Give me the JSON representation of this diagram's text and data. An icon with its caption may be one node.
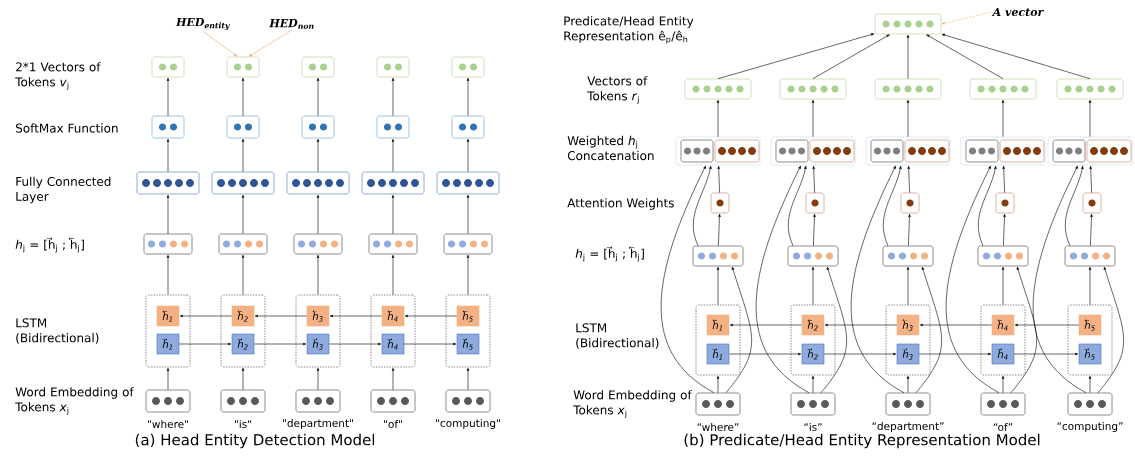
{
  "diagram": {
    "nodes": [
      {
        "text": [],
        "shape": "box"
      },
      {
        "text": [],
        "shape": "box"
      },
      {
        "text": [],
        "shape": "box"
      },
      {
        "text": [],
        "shape": "box"
      },
      {
        "text": [],
        "shape": "box"
      },
      {
        "text": [
          "h⃖$_{1}$"
        ],
        "in": 4
      },
      {
        "text": [
          "h⃗$_{1}$"
        ],
        "in": 4
      },
      {
        "text": [],
        "shape": "box",
        "beside": [
          "\"where\""
        ]
      },
      {
        "text": [],
        "shape": "box"
      },
      {
        "text": [],
        "shape": "box"
      },
      {
        "text": [],
        "shape": "box"
      },
      {
        "text": [],
        "shape": "box"
      },
      {
        "text": [],
        "shape": "box"
      },
      {
        "text": [
          "h⃖$_{2}$"
        ],
        "in": 12
      },
      {
        "text": [
          "h⃗$_{2}$"
        ],
        "in": 12
      },
      {
        "text": [],
        "shape": "box",
        "beside": [
          "\"is\""
        ]
      },
      {
        "text": [],
        "shape": "box"
      },
      {
        "text": [],
        "shape": "box"
      },
      {
        "text": [],
        "shape": "box"
      },
      {
        "text": [],
        "shape": "box"
      },
      {
        "text": [],
        "shape": "box"
      },
      {
        "text": [
          "h⃖$_{3}$"
        ],
        "in": 20
      },
      {
        "text": [
          "h⃗$_{3}$"
        ],
        "in": 20
      },
      {
        "text": [],
        "shape": "box",
        "beside": [
          "\"department\""
        ]
      },
      {
        "text": [],
        "shape": "box"
      },
      {
        "text": [],
        "shape": "box"
      },
      {
        "text": [],
        "shape": "box"
      },
      {
        "text": [],
        "shape": "box"
      },
      {
        "text": [],
        "shape": "box"
      },
      {
        "text": [
          "h⃖$_{4}$"
        ],
        "in": 28
      },
      {
        "text": [
          "h⃗$_{4}$"
        ],
        "in": 28
      },
      {
        "text": [],
        "shape": "box",
        "beside": [
          "\"of\""
        ]
      },
      {
        "text": [],
        "shape": "box"
      },
      {
        "text": [],
        "shape": "box"
      },
      {
        "text": [],
        "shape": "box"
      },
      {
        "text": [],
        "shape": "box"
      },
      {
        "text": [],
        "shape": "box"
      },
      {
        "text": [
          "h⃖$_{5}$"
        ],
        "in": 36
      },
      {
        "text": [
          "h⃗$_{5}$"
        ],
        "in": 36
      },
      {
        "text": [],
        "shape": "box",
        "beside": [
          "\"computing\""
        ]
      },
      {
        "text": [
          "HED$_{entity}$"
        ]
      },
      {
        "text": [
          "HED$_{non}$"
        ]
      },
      {
        "text": [],
        "shape": "box"
      },
      {
        "text": [
          "A vector"
        ]
      },
      {
        "text": [],
        "shape": "box"
      },
      {
        "text": [],
        "shape": "box"
      },
      {
        "text": [],
        "shape": "box",
        "in": 45
      },
      {
        "text": [],
        "shape": "box",
        "in": 45
      },
      {
        "text": [],
        "shape": "box"
      },
      {
        "text": [],
        "shape": "box"
      },
      {
        "text": [],
        "shape": "box"
      },
      {
        "text": [
          "h⃖$_{1}$"
        ],
        "in": 50
      },
      {
        "text": [
          "h⃗$_{1}$"
        ],
        "in": 50
      },
      {
        "text": [],
        "shape": "box",
        "beside": [
          "“where”"
        ]
      },
      {
        "text": [],
        "shape": "box"
      },
      {
        "text": [],
        "shape": "box"
      },
      {
        "text": [],
        "shape": "box",
        "in": 55
      },
      {
        "text": [],
        "shape": "box",
        "in": 55
      },
      {
        "text": [],
        "shape": "box"
      },
      {
        "text": [],
        "shape": "box"
      },
      {
        "text": [],
        "shape": "box"
      },
      {
        "text": [
          "h⃖$_{2}$"
        ],
        "in": 60
      },
      {
        "text": [
          "h⃗$_{2}$"
        ],
        "in": 60
      },
      {
        "text": [],
        "shape": "box",
        "beside": [
          "“is”"
        ]
      },
      {
        "text": [],
        "shape": "box"
      },
      {
        "text": [],
        "shape": "box"
      },
      {
        "text": [],
        "shape": "box",
        "in": 65
      },
      {
        "text": [],
        "shape": "box",
        "in": 65
      },
      {
        "text": [],
        "shape": "box"
      },
      {
        "text": [],
        "shape": "box"
      },
      {
        "text": [],
        "shape": "box"
      },
      {
        "text": [
          "h⃖$_{3}$"
        ],
        "in": 70
      },
      {
        "text": [
          "h⃗$_{3}$"
        ],
        "in": 70
      },
      {
        "text": [],
        "shape": "box",
        "beside": [
          "“department”"
        ]
      },
      {
        "text": [],
        "shape": "box"
      },
      {
        "text": [],
        "shape": "box"
      },
      {
        "text": [],
        "shape": "box",
        "in": 75
      },
      {
        "text": [],
        "shape": "box",
        "in": 75
      },
      {
        "text": [],
        "shape": "box"
      },
      {
        "text": [],
        "shape": "box"
      },
      {
        "text": [],
        "shape": "box"
      },
      {
        "text": [
          "h⃖$_{4}$"
        ],
        "in": 80
      },
      {
        "text": [
          "h⃗$_{4}$"
        ],
        "in": 80
      },
      {
        "text": [],
        "shape": "box",
        "beside": [
          "“of”"
        ]
      },
      {
        "text": [],
        "shape": "box"
      },
      {
        "text": [],
        "shape": "box"
      },
      {
        "text": [],
        "shape": "box",
        "in": 85
      },
      {
        "text": [],
        "shape": "box",
        "in": 85
      },
      {
        "text": [],
        "shape": "box"
      },
      {
        "text": [],
        "shape": "box"
      },
      {
        "text": [],
        "shape": "box"
      },
      {
        "text": [
          "h⃖$_{5}$"
        ],
        "in": 90
      },
      {
        "text": [
          "h⃗$_{5}$"
        ],
        "in": 90
      },
      {
        "text": [],
        "shape": "box",
        "beside": [
          "“computing”"
        ]
      }
    ],
    "edges": [
      {
        "from": 7,
        "to": 4,
        "arrow": "to"
      },
      {
        "from": 4,
        "to": 3,
        "arrow": "to"
      },
      {
        "from": 3,
        "to": 2,
        "arrow": "to"
      },
      {
        "from": 2,
        "to": 1,
        "arrow": "to"
      },
      {
        "from": 1,
        "to": 0,
        "arrow": "to"
      },
      {
        "from": 15,
        "to": 12,
        "arrow": "to"
      },
      {
        "from": 12,
        "to": 11,
        "arrow": "to"
      },
      {
        "from": 11,
        "to": 10,
        "arrow": "to"
      },
      {
        "from": 10,
        "to": 9,
        "arrow": "to"
      },
      {
        "from": 9,
        "to": 8,
        "arrow": "to"
      },
      {
        "from": 23,
        "to": 20,
        "arrow": "to"
      },
      {
        "from": 20,
        "to": 19,
        "arrow": "to"
      },
      {
        "from": 19,
        "to": 18,
        "arrow": "to"
      },
      {
        "from": 18,
        "to": 17,
        "arrow": "to"
      },
      {
        "from": 17,
        "to": 16,
        "arrow": "to"
      },
      {
        "from": 31,
        "to": 28,
        "arrow": "to"
      },
      {
        "from": 28,
        "to": 27,
        "arrow": "to"
      },
      {
        "from": 27,
        "to": 26,
        "arrow": "to"
      },
      {
        "from": 26,
        "to": 25,
        "arrow": "to"
      },
      {
        "from": 25,
        "to": 24,
        "arrow": "to"
      },
      {
        "from": 39,
        "to": 36,
        "arrow": "to"
      },
      {
        "from": 36,
        "to": 35,
        "arrow": "to"
      },
      {
        "from": 35,
        "to": 34,
        "arrow": "to"
      },
      {
        "from": 34,
        "to": 33,
        "arrow": "to"
      },
      {
        "from": 33,
        "to": 32,
        "arrow": "to"
      },
      {
        "from": 6,
        "to": 14,
        "arrow": "to"
      },
      {
        "from": 14,
        "to": 22,
        "arrow": "to"
      },
      {
        "from": 22,
        "to": 30,
        "arrow": "to"
      },
      {
        "from": 30,
        "to": 38,
        "arrow": "to"
      },
      {
        "from": 37,
        "to": 29,
        "arrow": "to"
      },
      {
        "from": 29,
        "to": 21,
        "arrow": "to"
      },
      {
        "from": 21,
        "to": 13,
        "arrow": "to"
      },
      {
        "from": 13,
        "to": 5,
        "arrow": "to"
      },
      {
        "from": 40,
        "to": 8,
        "arrow": "to",
        "color": "#f4a46a"
      },
      {
        "from": 41,
        "to": 8,
        "arrow": "to",
        "color": "#f4a46a"
      },
      {
        "from": 43,
        "to": 42,
        "arrow": "to",
        "style": "dashed",
        "color": "#f4a46a"
      },
      {
        "from": 53,
        "to": 50,
        "arrow": "to"
      },
      {
        "from": 50,
        "to": 49,
        "arrow": "to"
      },
      {
        "from": 49,
        "to": 48,
        "arrow": "to"
      },
      {
        "from": 48,
        "to": 45,
        "arrow": "to"
      },
      {
        "from": 45,
        "to": 44,
        "arrow": "to"
      },
      {
        "from": 44,
        "to": 42,
        "arrow": "to"
      },
      {
        "from": 53,
        "to": 49,
        "arrow": "to"
      },
      {
        "from": 53,
        "to": 45,
        "arrow": "to"
      },
      {
        "from": 49,
        "to": 45,
        "arrow": "to"
      },
      {
        "from": 63,
        "to": 60,
        "arrow": "to"
      },
      {
        "from": 60,
        "to": 59,
        "arrow": "to"
      },
      {
        "from": 59,
        "to": 58,
        "arrow": "to"
      },
      {
        "from": 58,
        "to": 55,
        "arrow": "to"
      },
      {
        "from": 55,
        "to": 54,
        "arrow": "to"
      },
      {
        "from": 54,
        "to": 42,
        "arrow": "to"
      },
      {
        "from": 63,
        "to": 59,
        "arrow": "to"
      },
      {
        "from": 63,
        "to": 55,
        "arrow": "to"
      },
      {
        "from": 59,
        "to": 55,
        "arrow": "to"
      },
      {
        "from": 73,
        "to": 70,
        "arrow": "to"
      },
      {
        "from": 70,
        "to": 69,
        "arrow": "to"
      },
      {
        "from": 69,
        "to": 68,
        "arrow": "to"
      },
      {
        "from": 68,
        "to": 65,
        "arrow": "to"
      },
      {
        "from": 65,
        "to": 64,
        "arrow": "to"
      },
      {
        "from": 64,
        "to": 42,
        "arrow": "to"
      },
      {
        "from": 73,
        "to": 69,
        "arrow": "to"
      },
      {
        "from": 73,
        "to": 65,
        "arrow": "to"
      },
      {
        "from": 69,
        "to": 65,
        "arrow": "to"
      },
      {
        "from": 83,
        "to": 80,
        "arrow": "to"
      },
      {
        "from": 80,
        "to": 79,
        "arrow": "to"
      },
      {
        "from": 79,
        "to": 78,
        "arrow": "to"
      },
      {
        "from": 78,
        "to": 75,
        "arrow": "to"
      },
      {
        "from": 75,
        "to": 74,
        "arrow": "to"
      },
      {
        "from": 74,
        "to": 42,
        "arrow": "to"
      },
      {
        "from": 83,
        "to": 79,
        "arrow": "to"
      },
      {
        "from": 83,
        "to": 75,
        "arrow": "to"
      },
      {
        "from": 79,
        "to": 75,
        "arrow": "to"
      },
      {
        "from": 93,
        "to": 90,
        "arrow": "to"
      },
      {
        "from": 90,
        "to": 89,
        "arrow": "to"
      },
      {
        "from": 89,
        "to": 88,
        "arrow": "to"
      },
      {
        "from": 88,
        "to": 85,
        "arrow": "to"
      },
      {
        "from": 85,
        "to": 84,
        "arrow": "to"
      },
      {
        "from": 84,
        "to": 42,
        "arrow": "to"
      },
      {
        "from": 93,
        "to": 89,
        "arrow": "to"
      },
      {
        "from": 93,
        "to": 85,
        "arrow": "to"
      },
      {
        "from": 89,
        "to": 85,
        "arrow": "to"
      },
      {
        "from": 52,
        "to": 62,
        "arrow": "to"
      },
      {
        "from": 62,
        "to": 72,
        "arrow": "to"
      },
      {
        "from": 72,
        "to": 82,
        "arrow": "to"
      },
      {
        "from": 82,
        "to": 92,
        "arrow": "to"
      },
      {
        "from": 91,
        "to": 81,
        "arrow": "to"
      },
      {
        "from": 81,
        "to": 71,
        "arrow": "to"
      },
      {
        "from": 71,
        "to": 61,
        "arrow": "to"
      },
      {
        "from": 61,
        "to": 51,
        "arrow": "to"
      }
    ],
    "labels": [
      "2*1 Vectors of Tokens *v*$_{j}$",
      "SoftMax Function",
      "Fully Connected Layer",
      "*h*$_{j}$ = [h⃗$_{j}$ ; h⃖$_{j}$]",
      "LSTM (Bidirectional)",
      "Word Embedding of Tokens *x*$_{j}$",
      "(a)  Head Entity Detection Model",
      "Predicate/Head Entity Representation ê$_{p}$/ê$_{h}$",
      "Vectors of Tokens *r*$_{j}$",
      "Weighted *h*$_{j}$ Concatenation",
      "Attention Weights",
      "*h*$_{j}$ = [h⃗$_{j}$ ; h⃖$_{j}$]",
      "LSTM (Bidirectional)",
      "Word Embedding of Tokens *x*$_{j}$",
      "(b)  Predicate/Head Entity Representation Model"
    ]
  }
}
